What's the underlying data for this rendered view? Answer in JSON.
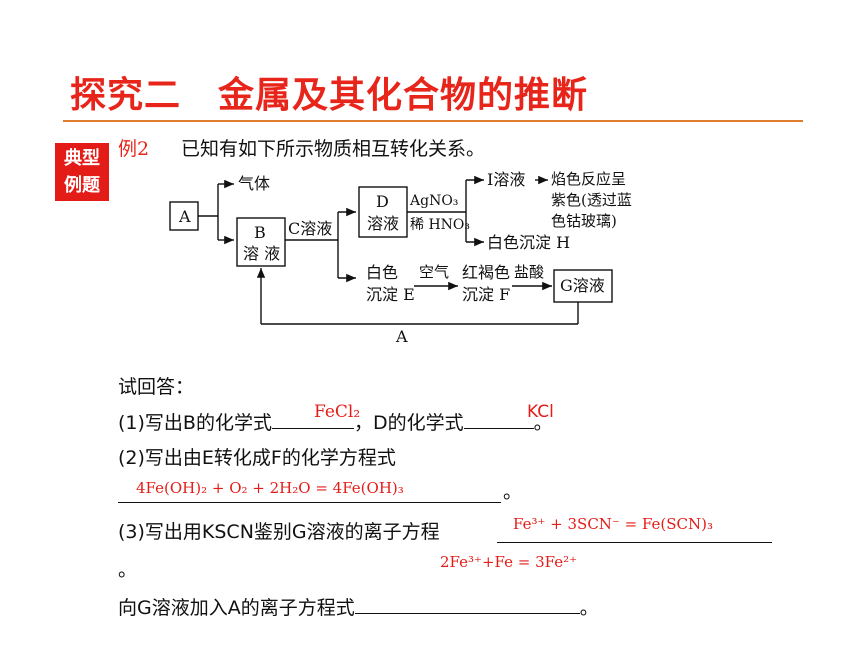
{
  "title": "探究二　金属及其化合物的推断",
  "badge": {
    "line1": "典型",
    "line2": "例题"
  },
  "example": {
    "label": "例2",
    "text": "已知有如下所示物质相互转化关系。"
  },
  "diagram": {
    "nodes": {
      "A": "A",
      "gas": "气体",
      "B_1": "B",
      "B_2": "溶 液",
      "C": "C溶液",
      "D_1": "D",
      "D_2": "溶液",
      "reagent_top": "AgNO₃",
      "reagent_bottom": "稀 HNO₃",
      "I": "I溶液",
      "flame_1": "焰色反应呈",
      "flame_2": "紫色(透过蓝",
      "flame_3": "色钴玻璃)",
      "H": "白色沉淀 H",
      "E_1": "白色",
      "E_2": "沉淀 E",
      "air": "空气",
      "F_1": "红褐色",
      "F_2": "沉淀 F",
      "acid": "盐酸",
      "G": "G溶液",
      "loop_A": "A"
    }
  },
  "questions": {
    "intro": "试回答：",
    "q1_a": "(1)写出B的化学式",
    "q1_b": "，D的化学式",
    "q1_end": "。",
    "q1_ans_B": "FeCl₂",
    "q1_ans_D": "KCl",
    "q2": "(2)写出由E转化成F的化学方程式",
    "q2_end": "。",
    "q2_ans": "4Fe(OH)₂ + O₂ + 2H₂O = 4Fe(OH)₃",
    "q3": "(3)写出用KSCN鉴别G溶液的离子方程",
    "q3_ans": "Fe³⁺ + 3SCN⁻ = Fe(SCN)₃",
    "q3_end": "。",
    "q3b_ans": "2Fe³⁺+Fe = 3Fe²⁺",
    "q4": "向G溶液加入A的离子方程式",
    "q4_end": "。"
  },
  "colors": {
    "title": "#e8251b",
    "rule": "#e07d2c",
    "badge_bg": "#e41c18",
    "answer": "#e41c18"
  }
}
